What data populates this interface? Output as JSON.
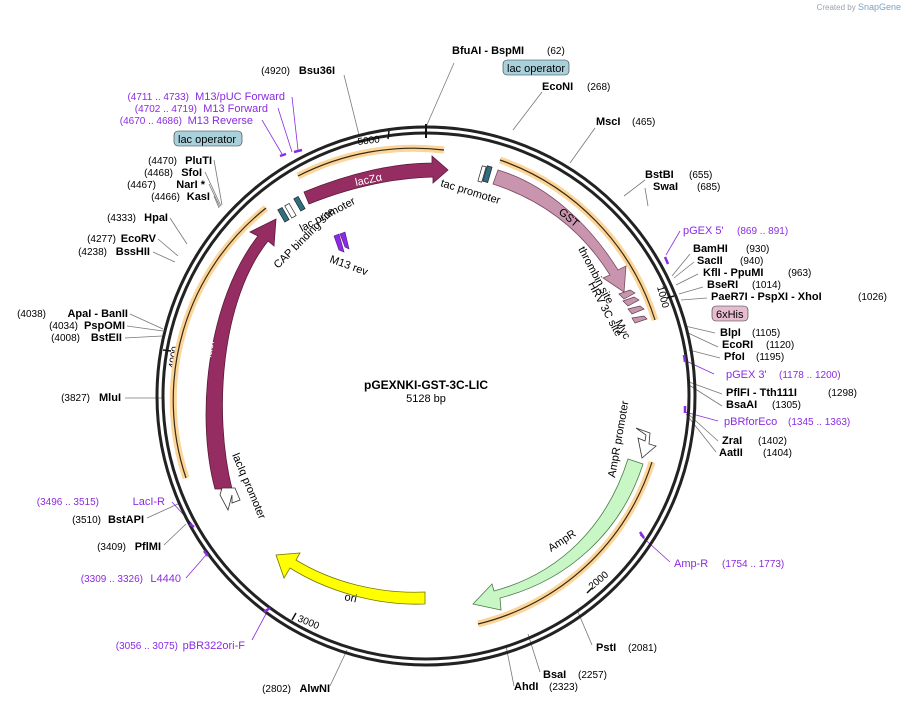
{
  "credit": {
    "prefix": "Created by",
    "brand": "SnapGene"
  },
  "plasmid": {
    "name": "pGEXNKI-GST-3C-LIC",
    "length": "5128 bp"
  },
  "ticks": [
    "1000",
    "2000",
    "3000",
    "4000",
    "5000"
  ],
  "sites": [
    {
      "name": "BfuAI - BspMI",
      "pos": "(62)"
    },
    {
      "name": "EcoNI",
      "pos": "(268)"
    },
    {
      "name": "MscI",
      "pos": "(465)"
    },
    {
      "name": "BstBI",
      "pos": "(655)"
    },
    {
      "name": "SwaI",
      "pos": "(685)"
    },
    {
      "name": "BamHI",
      "pos": "(930)"
    },
    {
      "name": "SacII",
      "pos": "(940)"
    },
    {
      "name": "KflI - PpuMI",
      "pos": "(963)"
    },
    {
      "name": "BseRI",
      "pos": "(1014)"
    },
    {
      "name": "PaeR7I - PspXI - XhoI",
      "pos": "(1026)"
    },
    {
      "name": "BlpI",
      "pos": "(1105)"
    },
    {
      "name": "EcoRI",
      "pos": "(1120)"
    },
    {
      "name": "PfoI",
      "pos": "(1195)"
    },
    {
      "name": "PflFI - Tth111I",
      "pos": "(1298)"
    },
    {
      "name": "BsaAI",
      "pos": "(1305)"
    },
    {
      "name": "ZraI",
      "pos": "(1402)"
    },
    {
      "name": "AatII",
      "pos": "(1404)"
    },
    {
      "name": "PstI",
      "pos": "(2081)"
    },
    {
      "name": "BsaI",
      "pos": "(2257)"
    },
    {
      "name": "AhdI",
      "pos": "(2323)"
    },
    {
      "name": "AlwNI",
      "pos": "(2802)"
    },
    {
      "name": "PflMI",
      "pos": "(3409)"
    },
    {
      "name": "BstAPI",
      "pos": "(3510)"
    },
    {
      "name": "MluI",
      "pos": "(3827)"
    },
    {
      "name": "BstEII",
      "pos": "(4008)"
    },
    {
      "name": "PspOMI",
      "pos": "(4034)"
    },
    {
      "name": "ApaI - BanII",
      "pos": "(4038)"
    },
    {
      "name": "BssHII",
      "pos": "(4238)"
    },
    {
      "name": "EcoRV",
      "pos": "(4277)"
    },
    {
      "name": "HpaI",
      "pos": "(4333)"
    },
    {
      "name": "KasI",
      "pos": "(4466)"
    },
    {
      "name": "NarI *",
      "pos": "(4467)"
    },
    {
      "name": "SfoI",
      "pos": "(4468)"
    },
    {
      "name": "PluTI",
      "pos": "(4470)"
    },
    {
      "name": "Bsu36I",
      "pos": "(4920)"
    }
  ],
  "primers": [
    {
      "name": "pGEX 5'",
      "pos": "(869 .. 891)"
    },
    {
      "name": "pGEX 3'",
      "pos": "(1178 .. 1200)"
    },
    {
      "name": "pBRforEco",
      "pos": "(1345 .. 1363)"
    },
    {
      "name": "Amp-R",
      "pos": "(1754 .. 1773)"
    },
    {
      "name": "pBR322ori-F",
      "pos": "(3056 .. 3075)"
    },
    {
      "name": "L4440",
      "pos": "(3309 .. 3326)"
    },
    {
      "name": "LacI-R",
      "pos": "(3496 .. 3515)"
    },
    {
      "name": "M13 Reverse",
      "pos": "(4670 .. 4686)"
    },
    {
      "name": "M13 Forward",
      "pos": "(4702 .. 4719)"
    },
    {
      "name": "M13/pUC Forward",
      "pos": "(4711 .. 4733)"
    }
  ],
  "features": {
    "lacZa": "lacZα",
    "GST": "GST",
    "lacI": "lacI",
    "ori": "ori",
    "AmpR": "AmpR",
    "tac_promoter": "tac promoter",
    "lac_promoter": "lac promoter",
    "CAP_binding_site": "CAP binding site",
    "M13_rev": "M13 rev",
    "thrombin_site": "thrombin site",
    "HRV_3C_site": "HRV 3C site",
    "Myc": "Myc",
    "AmpR_promoter": "AmpR promoter",
    "lacIq_promoter": "lacIq promoter"
  },
  "badges": {
    "lac_operator_top": "lac operator",
    "lac_operator_left": "lac operator",
    "his": "6xHis"
  },
  "colors": {
    "backbone": "#222222",
    "lacZa": "#962d62",
    "lacI": "#962d62",
    "GST": "#c994ad",
    "ori": "#ffff00",
    "AmpR": "#c8f7c5",
    "primer": "#8a2be2",
    "operator": "#a9d1dc",
    "his": "#e6bcd0",
    "orf_highlight": "#fbd59a"
  }
}
